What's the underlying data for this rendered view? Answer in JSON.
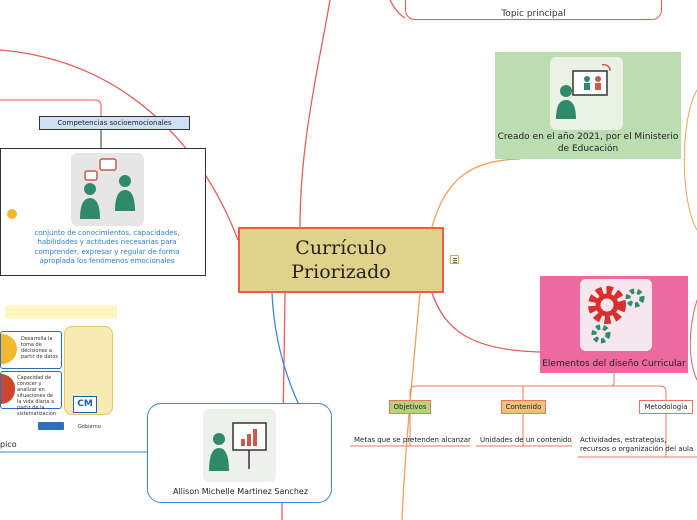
{
  "central": {
    "line1": "Currículo",
    "line2": "Priorizado"
  },
  "topic_principal": {
    "label": "Topic principal"
  },
  "green_card": {
    "text": "Creado en el año 2021, por el Ministerio de Educación"
  },
  "pink_card": {
    "title": "Elementos del diseño Curricular"
  },
  "socio": {
    "label": "Competencias socioemocionales",
    "description": "conjunto de conocimientos, capacidades, habilidades y actitudes necesarias para comprender, expresar y regular de forma apropiada los fenómenos emocionales"
  },
  "person_card": {
    "name": "Allison Michelle Martinez Sanchez"
  },
  "elements": [
    {
      "tag": "Objetivos",
      "leaf": "Metas que se pretenden alcanzar"
    },
    {
      "tag": "Contenido",
      "leaf": "Unidades de un contenido"
    },
    {
      "tag": "Metodología",
      "leaf": "Actividades, estrategias, recursos o organización del aula"
    }
  ],
  "thumbnail": {
    "notes": [
      "Desarrolla la toma de decisiones a partir de datos",
      "Capacidad de conocer y analizar en situaciones de la vida diaria a partir de la sistematización"
    ],
    "badge": "CM",
    "gov": "Gobierno"
  },
  "topico_label": "pico",
  "colors": {
    "central_fill": "#e1d28b",
    "central_border": "#ef5c47",
    "green": "#bcdcb2",
    "pink": "#ec6a9f",
    "blue_line": "#3b8ad6",
    "orange_line": "#f3a05b"
  }
}
